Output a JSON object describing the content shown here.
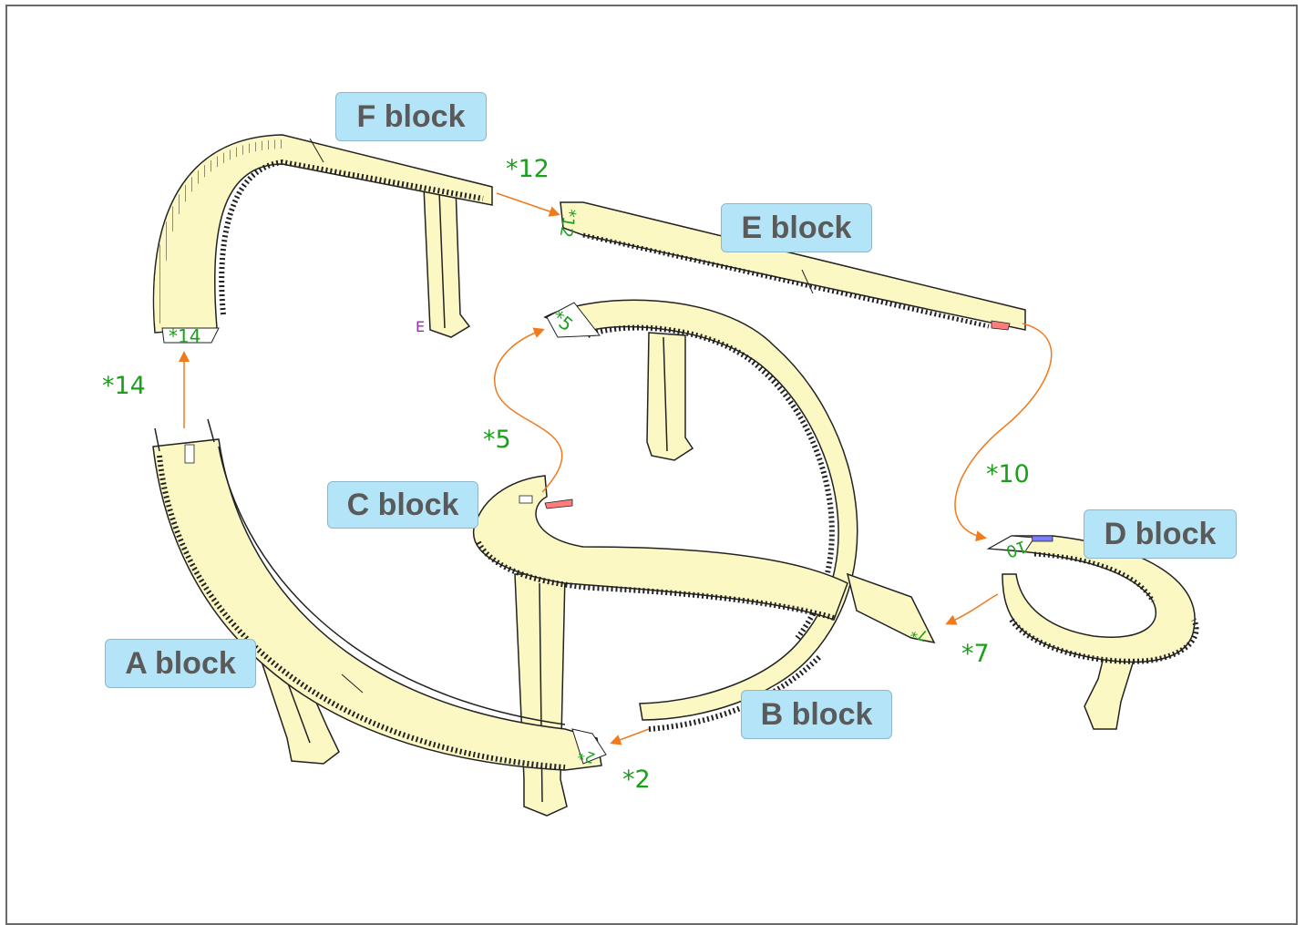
{
  "colors": {
    "track": "#fbf8c4",
    "outline": "#222222",
    "label_bg": "#b3e4f7",
    "label_text": "#5a5a5a",
    "marker": "#1aa01a",
    "connector": "#f07a1e"
  },
  "blocks": {
    "a": "A block",
    "b": "B block",
    "c": "C block",
    "d": "D block",
    "e": "E block",
    "f": "F block"
  },
  "markers": {
    "m2": "*2",
    "m5": "*5",
    "m7": "*7",
    "m10": "*10",
    "m12": "*12",
    "m14": "*14"
  },
  "tags": {
    "t14": "*14",
    "t5": "*5",
    "t12": "*12",
    "t10": "10",
    "t2": "2*",
    "t7": "7*",
    "pillar_letter": "E"
  }
}
